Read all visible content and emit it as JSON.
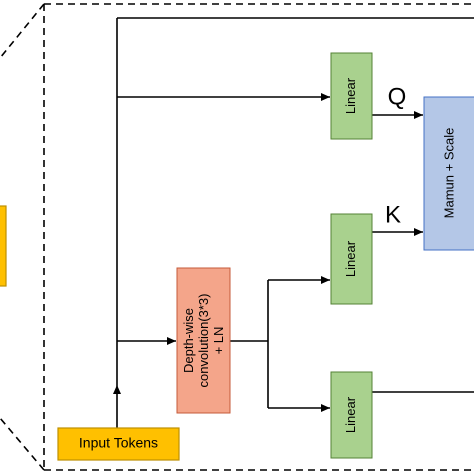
{
  "diagram": {
    "nodes": {
      "input_tokens": "Input Tokens",
      "depthwise_line1": "Depth-wise",
      "depthwise_line2": "convolution(3*3)",
      "depthwise_line3": "+ LN",
      "linear_top": "Linear",
      "linear_mid": "Linear",
      "linear_bottom": "Linear",
      "mamun_scale": "Mamun + Scale"
    },
    "edge_labels": {
      "q": "Q",
      "k": "K"
    }
  },
  "colors": {
    "linear_fill": "#a9d18e",
    "linear_stroke": "#548235",
    "conv_fill": "#f4a58a",
    "conv_stroke": "#c55a3a",
    "mamun_fill": "#b4c7e7",
    "mamun_stroke": "#4472c4",
    "input_fill": "#ffc000",
    "input_stroke": "#bf9000"
  }
}
